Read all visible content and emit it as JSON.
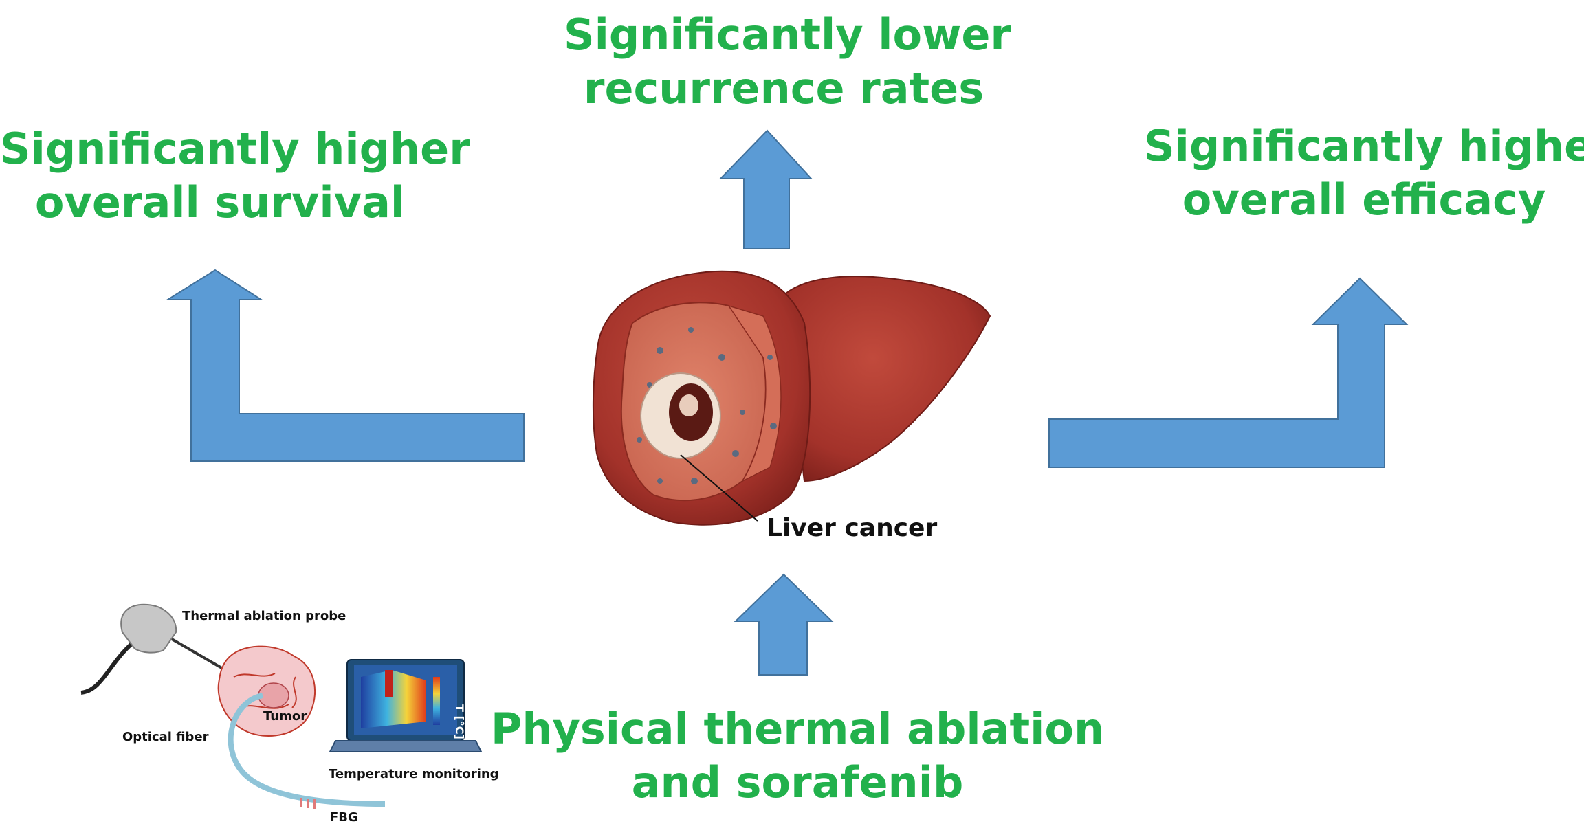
{
  "outcomes": {
    "left": [
      "Significantly higher",
      "overall survival"
    ],
    "top": [
      "Significantly lower",
      "recurrence rates"
    ],
    "right": [
      "Significantly higher",
      "overall efficacy"
    ]
  },
  "treatment": [
    "Physical thermal ablation",
    "and sorafenib"
  ],
  "liver": {
    "label": "Liver cancer"
  },
  "ablation_figure": {
    "probe_label": "Thermal ablation probe",
    "tumor_label": "Tumor",
    "fiber_label": "Optical fiber",
    "monitor_label": "Temperature monitoring",
    "fbg_label": "FBG",
    "axis_label": "T [°C]"
  },
  "colors": {
    "arrow": "#5b9bd5",
    "arrow_stroke": "#41719c",
    "text": "#22b14c",
    "liver": "#a0302a"
  }
}
